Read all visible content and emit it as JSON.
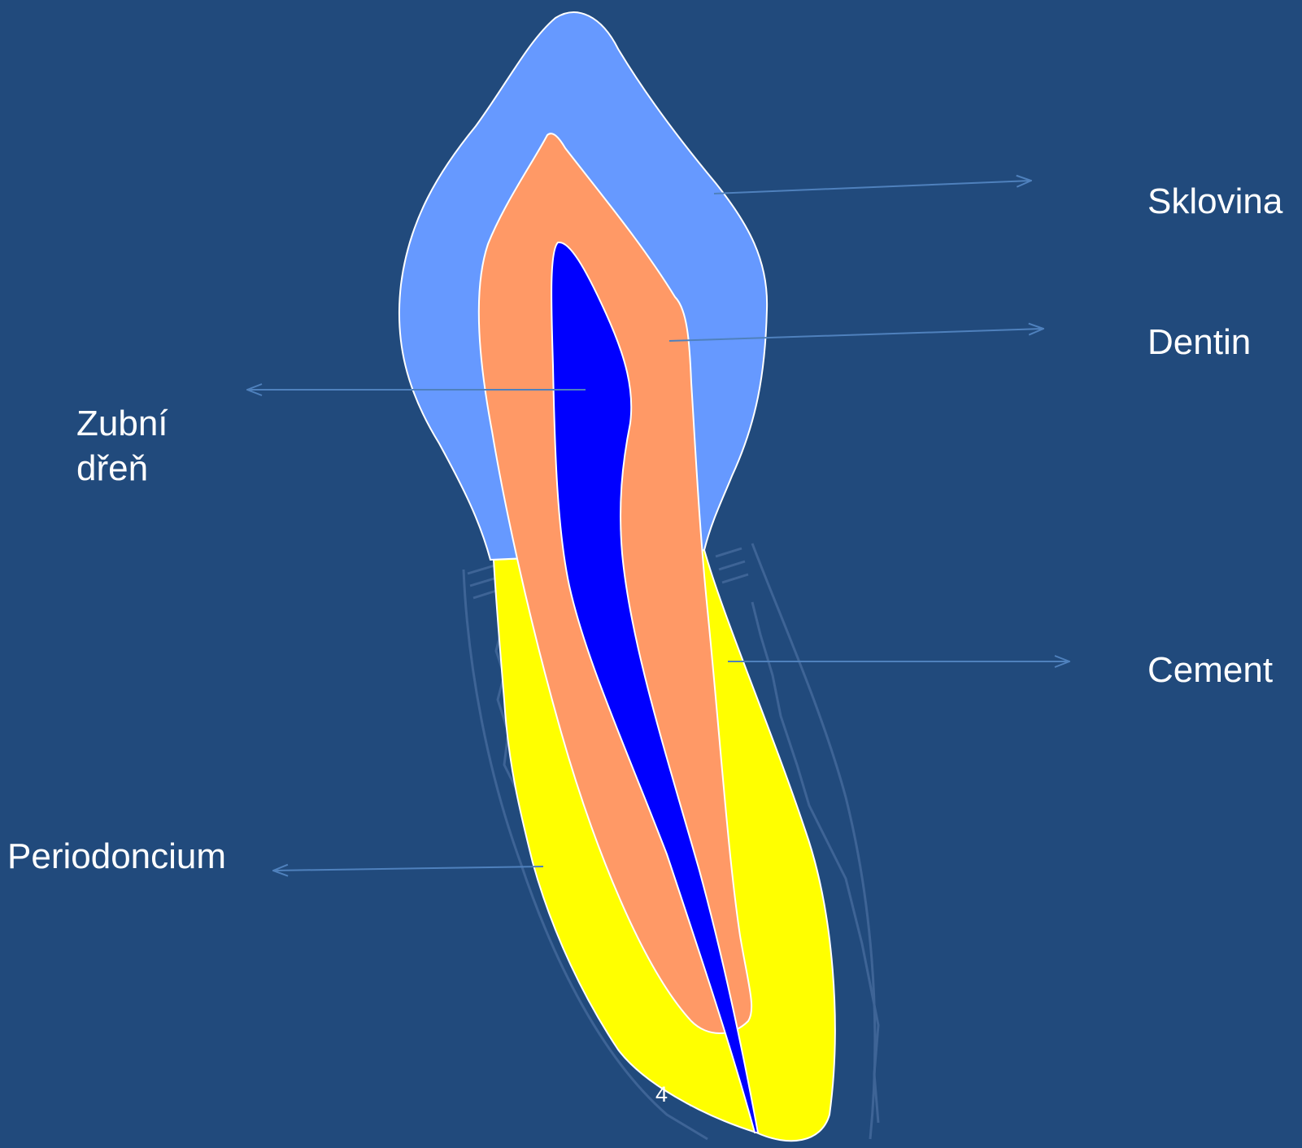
{
  "labels": {
    "enamel": "Sklovina",
    "dentin": "Dentin",
    "cement": "Cement",
    "pulp_line1": "Zubní",
    "pulp_line2": "dřeň",
    "periodontium": "Periodoncium"
  },
  "page_number": "4",
  "colors": {
    "background": "#214A7C",
    "enamel": "#6699FF",
    "dentin": "#FF9966",
    "pulp": "#0000FF",
    "cement": "#FFFF00",
    "pointer_lines": "#4F81BD",
    "periodontium_outline": "#3E6496",
    "label_text": "#FFFFFF"
  }
}
